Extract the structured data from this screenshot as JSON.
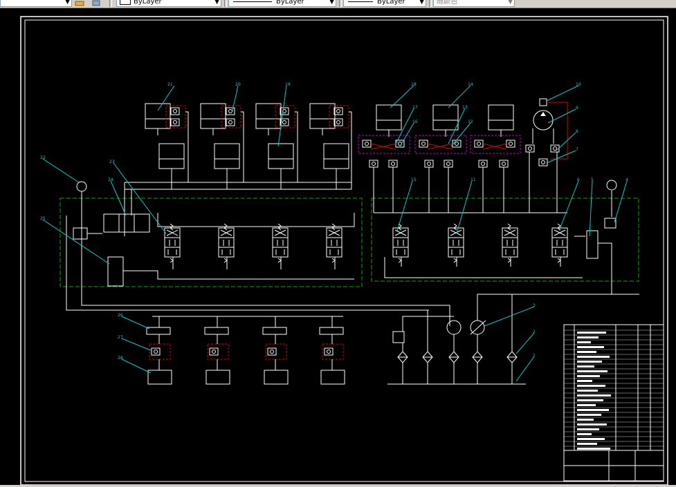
{
  "toolbar": {
    "layer_combo": {
      "value": "ByLayer",
      "swatch_color": "#ffffff"
    },
    "linetype_combo": {
      "value": "ByLayer"
    },
    "lineweight_combo": {
      "value": "ByLayer"
    },
    "plotstyle_combo": {
      "value": "随颜色"
    }
  },
  "colors": {
    "background": "#000000",
    "line": "#ffffff",
    "callout": "#00d0d0",
    "circuit_boundary": "#00b000",
    "valve_highlight": "#dd0000",
    "manifold_highlight": "#c000c0"
  },
  "labels": {
    "b1": "21",
    "b2": "20",
    "b3": "19",
    "c1": "18",
    "c2": "17",
    "c3": "16",
    "c4": "14",
    "c5": "13",
    "c6": "12",
    "p10": "10",
    "p9": "9",
    "p8": "8",
    "p7": "7",
    "p22": "22",
    "p23": "23",
    "p24": "24",
    "p25": "25",
    "v15": "15",
    "v11": "11",
    "v6": "6",
    "v5": "5",
    "v4": "4",
    "pump3": "3",
    "f2": "2",
    "t1": "1",
    "h26": "26",
    "h27": "27",
    "h28": "28"
  },
  "icons": [
    "layer-state-icon",
    "layer-manager-icon",
    "combo-dropdown-icon"
  ]
}
